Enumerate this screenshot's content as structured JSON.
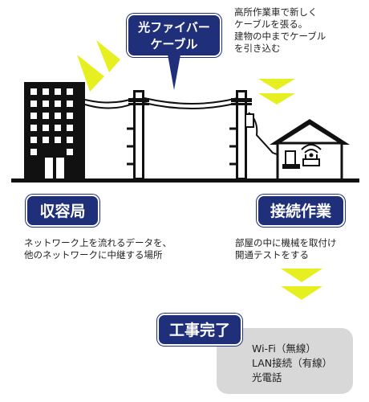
{
  "fiber": {
    "title_line1": "光ファイバー",
    "title_line2": "ケーブル",
    "note": [
      "高所作業車で新しく",
      "ケーブルを張る。",
      "建物の中までケーブル",
      "を引き込む"
    ]
  },
  "office": {
    "title": "収容局",
    "note": [
      "ネットワーク上を流れるデータを、",
      "他のネットワークに中継する場所"
    ]
  },
  "connect": {
    "title": "接続作業",
    "note": [
      "部屋の中に機械を取付け",
      "開通テストをする"
    ]
  },
  "done": {
    "title": "工事完了",
    "items": [
      "Wi-Fi（無線）",
      "LAN接続（有線）",
      "光電話"
    ]
  },
  "colors": {
    "badge": "#1f2f7a",
    "arrow": "#e6ef1f",
    "ground": "#111111",
    "result_box": "#d8d8d8"
  }
}
